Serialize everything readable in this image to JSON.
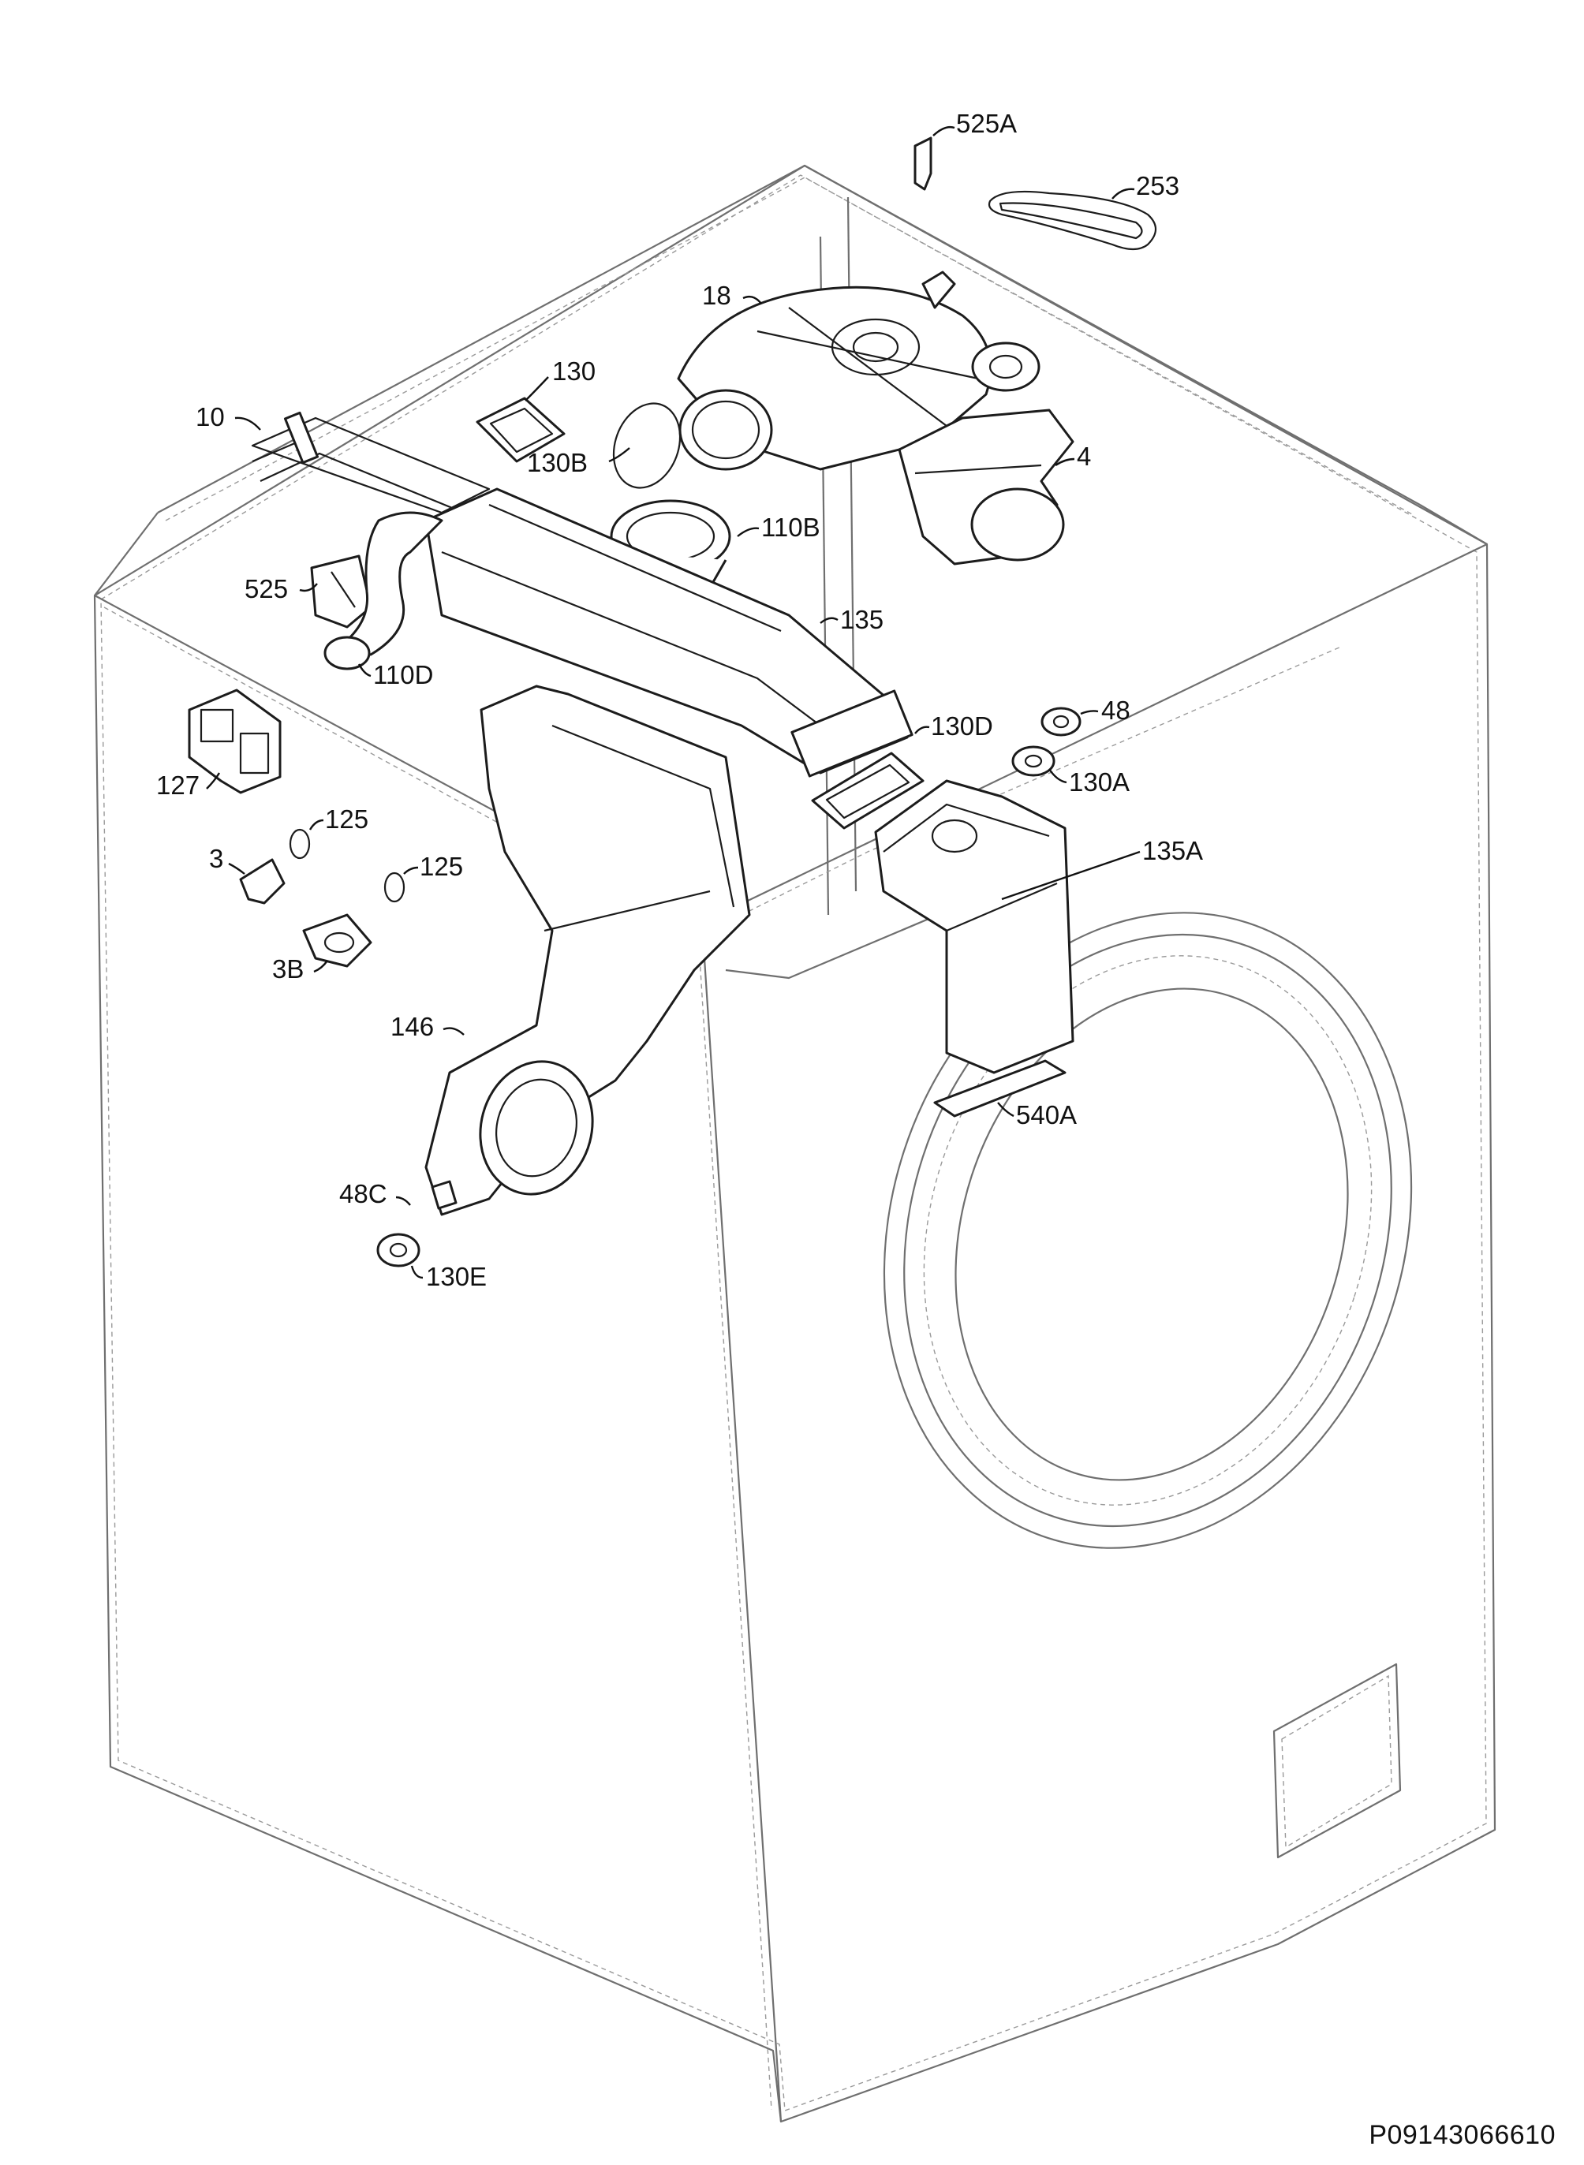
{
  "diagram": {
    "part_labels": {
      "p525A": "525A",
      "p253": "253",
      "p18": "18",
      "p130": "130",
      "p10": "10",
      "p130B": "130B",
      "p110B": "110B",
      "p4": "4",
      "p525": "525",
      "p135": "135",
      "p110D": "110D",
      "p48": "48",
      "p130D": "130D",
      "p127": "127",
      "p130A": "130A",
      "p125a": "125",
      "p3": "3",
      "p135A": "135A",
      "p125b": "125",
      "p3B": "3B",
      "p146": "146",
      "p540A": "540A",
      "p48C": "48C",
      "p130E": "130E"
    },
    "drawing_code": "P09143066610"
  }
}
